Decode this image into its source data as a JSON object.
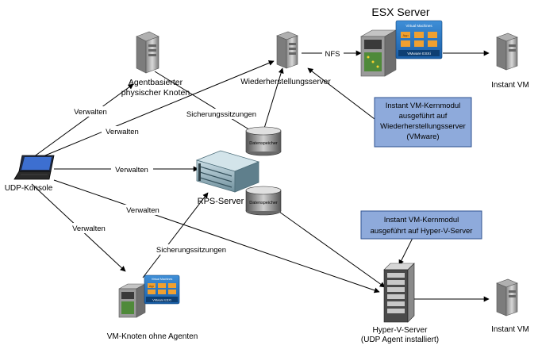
{
  "header": {
    "esx_title": "ESX Server"
  },
  "nodes": {
    "physical_node": "Agentbasierter physischer Knoten",
    "recovery_server": "Wiederherstellungsserver",
    "udp_console": "UDP-Konsole",
    "rps_server": "RPS-Server",
    "instant_vm_top": "Instant VM",
    "instant_vm_bottom": "Instant VM",
    "vm_node": "VM-Knoten ohne Agenten",
    "hyperv_server_line1": "Hyper-V-Server",
    "hyperv_server_line2": "(UDP Agent installiert)",
    "datastore_top": "Datenspeicher",
    "datastore_mid": "Datenspeicher"
  },
  "edges": {
    "nfs": "NFS",
    "manage_1": "Verwalten",
    "manage_2": "Verwalten",
    "manage_3": "Verwalten",
    "manage_4": "Verwalten",
    "manage_5": "Verwalten",
    "backup_sessions_top": "Sicherungssitzungen",
    "backup_sessions_bottom": "Sicherungssitzungen"
  },
  "callouts": {
    "vmware_line1": "Instant VM-Kernmodul",
    "vmware_line2": "ausgeführt auf",
    "vmware_line3": "Wiederherstellungsserver",
    "vmware_line4": "(VMware)",
    "hyperv_line1": "Instant VM-Kernmodul",
    "hyperv_line2": "ausgeführt auf Hyper-V-Server"
  },
  "esx_panel": {
    "title": "Virtual Machines",
    "footer": "VMware ESXi",
    "vm_chip": "App"
  },
  "vm_node_panel": {
    "title": "Virtual Machines",
    "footer": "VMware ESXi",
    "vm_chip": "App"
  },
  "colors": {
    "callout_fill": "#8eaadb",
    "callout_border": "#2f528f",
    "panel_blue": "#1f6fbf",
    "vm_chip": "#f0a030"
  }
}
